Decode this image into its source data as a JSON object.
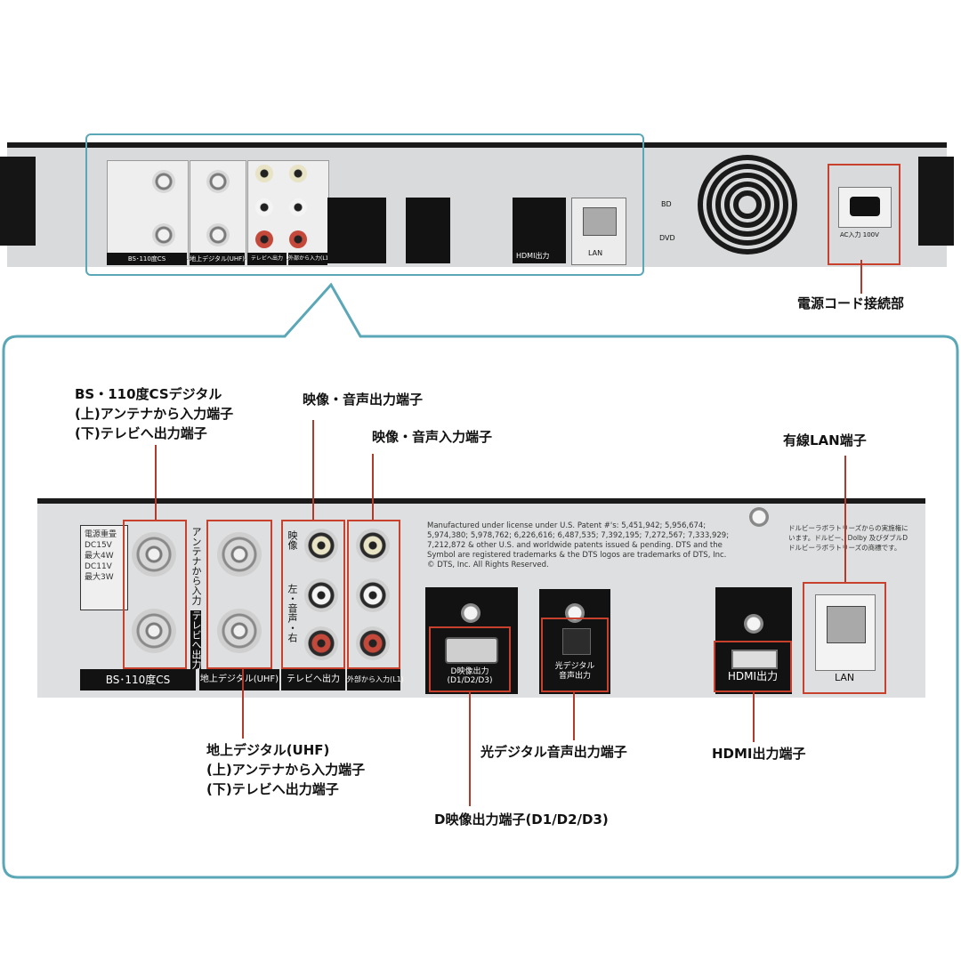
{
  "top_unit": {
    "panel_labels": [
      "BS･110度CS",
      "地上デジタル(UHF)",
      "テレビへ出力",
      "外部から入力(L1)",
      "HDMI出力",
      "LAN"
    ],
    "power_box_label": "AC入力 100V",
    "disc_logos": [
      "BD",
      "DVD"
    ]
  },
  "power_callout": "電源コード接続部",
  "callouts": {
    "bs_cs": [
      "BS・110度CSデジタル",
      "(上)アンテナから入力端子",
      "(下)テレビへ出力端子"
    ],
    "av_out": "映像・音声出力端子",
    "av_in": "映像・音声入力端子",
    "lan": "有線LAN端子",
    "uhf": [
      "地上デジタル(UHF)",
      "(上)アンテナから入力端子",
      "(下)テレビへ出力端子"
    ],
    "optical": "光デジタル音声出力端子",
    "hdmi": "HDMI出力端子",
    "d_video": "D映像出力端子(D1/D2/D3)"
  },
  "detail": {
    "power_rating": [
      "電源重畳",
      "DC15V",
      "最大4W",
      "DC11V",
      "最大3W"
    ],
    "antenna_in": "アンテナから入力",
    "tv_out_vertical": "テレビへ出力",
    "av_side": [
      "映像",
      "左・音声・右"
    ],
    "license_text": [
      "Manufactured under license under U.S. Patent #'s: 5,451,942; 5,956,674;",
      "5,974,380; 5,978,762; 6,226,616; 6,487,535; 7,392,195; 7,272,567; 7,333,929;",
      "7,212,872 & other U.S. and worldwide patents issued & pending. DTS and the",
      "Symbol are registered trademarks & the DTS logos are trademarks of DTS, Inc.",
      "© DTS, Inc. All Rights Reserved."
    ],
    "dolby_text": [
      "ドルビーラボラトリーズからの実施権に",
      "います。ドルビー、Dolby 及びダブルD",
      "ドルビーラボラトリーズの商標です。"
    ],
    "bottom_labels": {
      "bs": "BS･110度CS",
      "uhf": "地上デジタル(UHF)",
      "tv_out": "テレビへ出力",
      "ext_in": "外部から入力(L1)",
      "d_out": [
        "D映像出力",
        "(D1/D2/D3)"
      ],
      "optical": [
        "光デジタル",
        "音声出力"
      ],
      "hdmi": "HDMI出力",
      "lan": "LAN"
    }
  },
  "colors": {
    "callout_frame": "#5aa7b8",
    "highlight": "#c8412c"
  }
}
